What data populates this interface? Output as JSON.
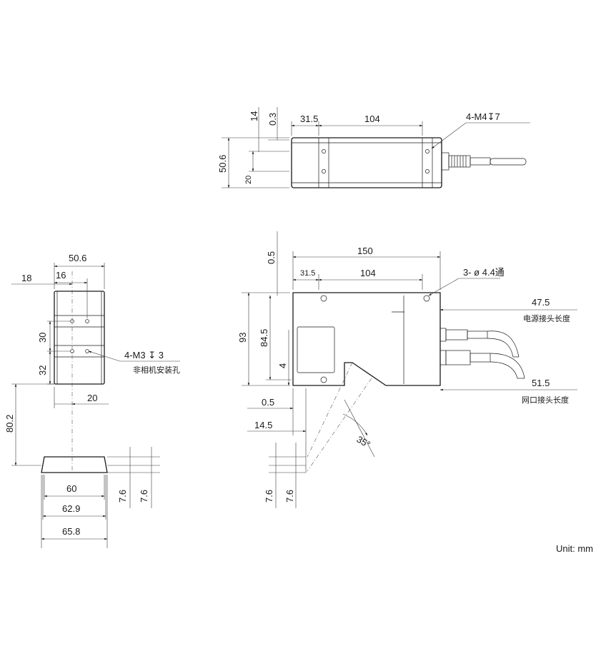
{
  "top_view": {
    "dim_14": "14",
    "dim_0_3": "0.3",
    "dim_31_5": "31.5",
    "dim_104": "104",
    "dim_50_6": "50.6",
    "dim_20": "20",
    "callout_m4": "4-M4↧7"
  },
  "side_view": {
    "dim_50_6": "50.6",
    "dim_18": "18",
    "dim_16": "16",
    "dim_30": "30",
    "dim_32": "32",
    "dim_20": "20",
    "dim_80_2": "80.2",
    "callout_m3": "4-M3 ↧ 3",
    "callout_m3_note": "非相机安装孔"
  },
  "bottom_view": {
    "dim_60": "60",
    "dim_62_9": "62.9",
    "dim_65_8": "65.8",
    "dim_7_6_a": "7.6",
    "dim_7_6_b": "7.6"
  },
  "front_view": {
    "dim_0_5_top": "0.5",
    "dim_150": "150",
    "dim_31_5": "31.5",
    "dim_104": "104",
    "callout_holes": "3- ø 4.4通",
    "dim_47_5": "47.5",
    "label_power": "电源接头长度",
    "dim_51_5": "51.5",
    "label_network": "网口接头长度",
    "dim_93": "93",
    "dim_84_5": "84.5",
    "dim_4": "4",
    "dim_0_5_bottom": "0.5",
    "dim_14_5": "14.5",
    "angle_35": "35°",
    "dim_7_6_a": "7.6",
    "dim_7_6_b": "7.6"
  },
  "unit_label": "Unit: mm"
}
